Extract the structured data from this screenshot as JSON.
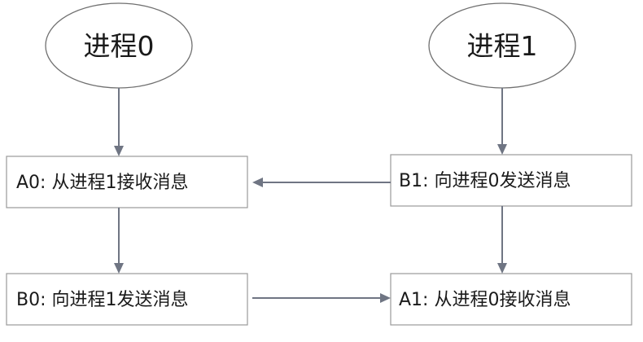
{
  "processes": {
    "p0": {
      "label": "进程0"
    },
    "p1": {
      "label": "进程1"
    }
  },
  "steps": {
    "a0": {
      "label": "A0: 从进程1接收消息"
    },
    "b1": {
      "label": "B1: 向进程0发送消息"
    },
    "b0": {
      "label": "B0: 向进程1发送消息"
    },
    "a1": {
      "label": "A1: 从进程0接收消息"
    }
  },
  "colors": {
    "arrow": "#6f7583",
    "box_border": "#9a9a9a",
    "ellipse_border": "#707070"
  }
}
